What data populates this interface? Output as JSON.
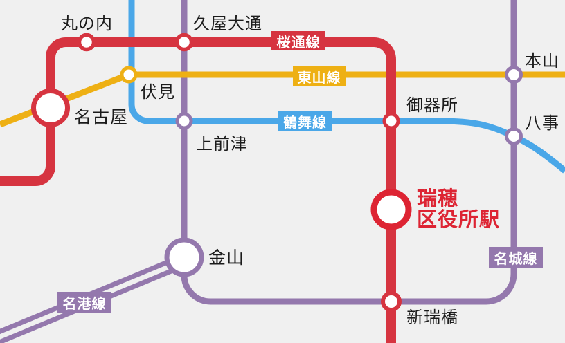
{
  "canvas": {
    "background": "#f0f0f0"
  },
  "lines": {
    "sakuradori": {
      "label": "桜通線",
      "color": "#d63440"
    },
    "higashiyama": {
      "label": "東山線",
      "color": "#eeb014"
    },
    "tsurumai": {
      "label": "鶴舞線",
      "color": "#4aa7e8"
    },
    "meijo": {
      "label": "名城線",
      "color": "#9478ad"
    },
    "meiko": {
      "label": "名港線",
      "color": "#9478ad"
    }
  },
  "stations": {
    "marunouchi": {
      "name": "丸の内"
    },
    "hisaya_odori": {
      "name": "久屋大通"
    },
    "fushimi": {
      "name": "伏見"
    },
    "nagoya": {
      "name": "名古屋"
    },
    "kamimaezu": {
      "name": "上前津"
    },
    "gokiso": {
      "name": "御器所"
    },
    "motoyama": {
      "name": "本山"
    },
    "yagoto": {
      "name": "八事"
    },
    "kanayama": {
      "name": "金山"
    },
    "aratamabashi": {
      "name": "新瑞橋"
    },
    "mizuho_kuyakusho": {
      "name_line1": "瑞穂",
      "name_line2": "区役所駅",
      "text_color": "#dd2433"
    }
  }
}
